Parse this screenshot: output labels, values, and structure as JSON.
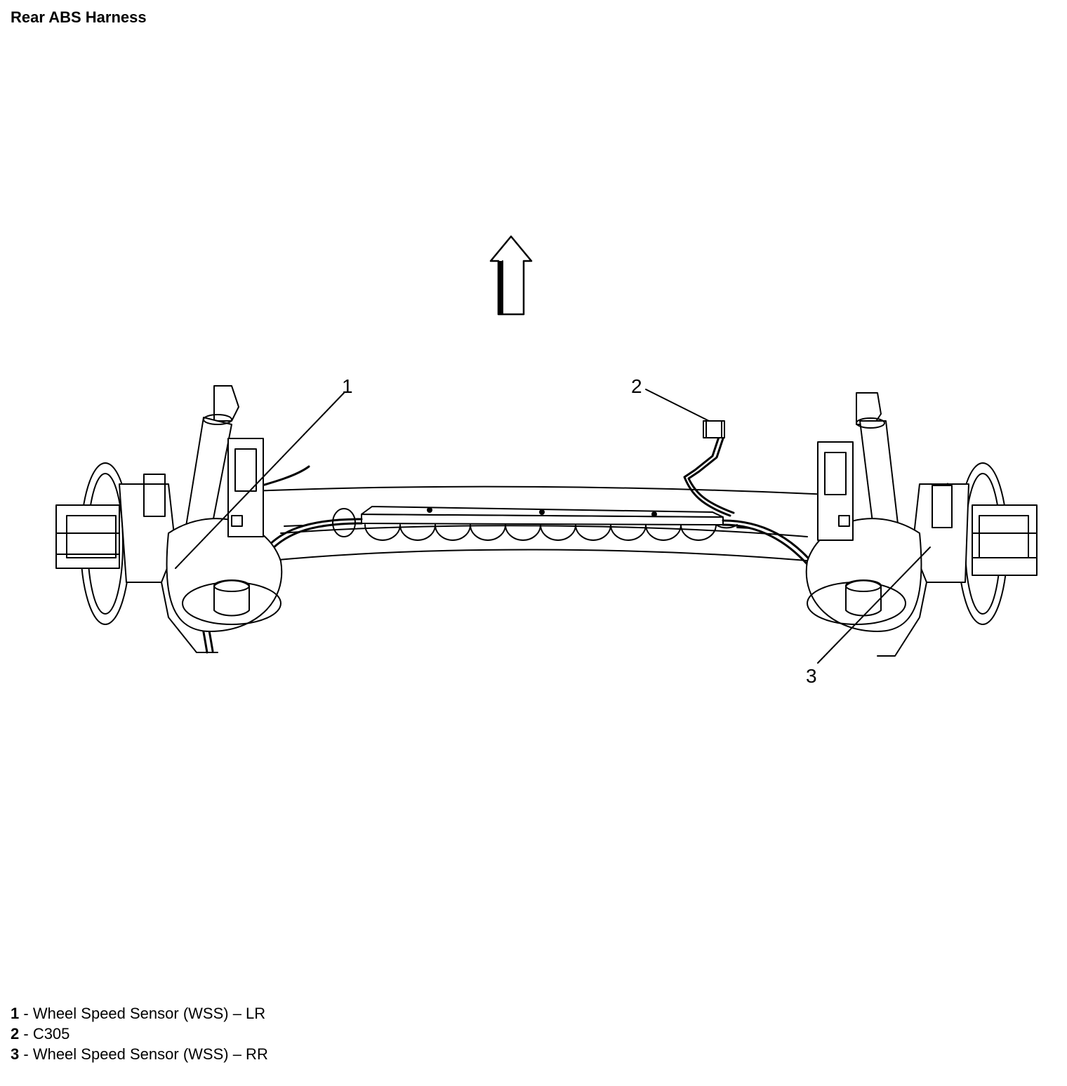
{
  "title": "Rear ABS Harness",
  "callouts": [
    {
      "number": "1"
    },
    {
      "number": "2"
    },
    {
      "number": "3"
    }
  ],
  "legend": [
    {
      "number": "1",
      "separator": " - ",
      "label": "Wheel Speed Sensor (WSS) – LR"
    },
    {
      "number": "2",
      "separator": " - ",
      "label": "C305"
    },
    {
      "number": "3",
      "separator": " - ",
      "label": "Wheel Speed Sensor (WSS) – RR"
    }
  ],
  "colors": {
    "line": "#000000",
    "background": "#ffffff"
  }
}
